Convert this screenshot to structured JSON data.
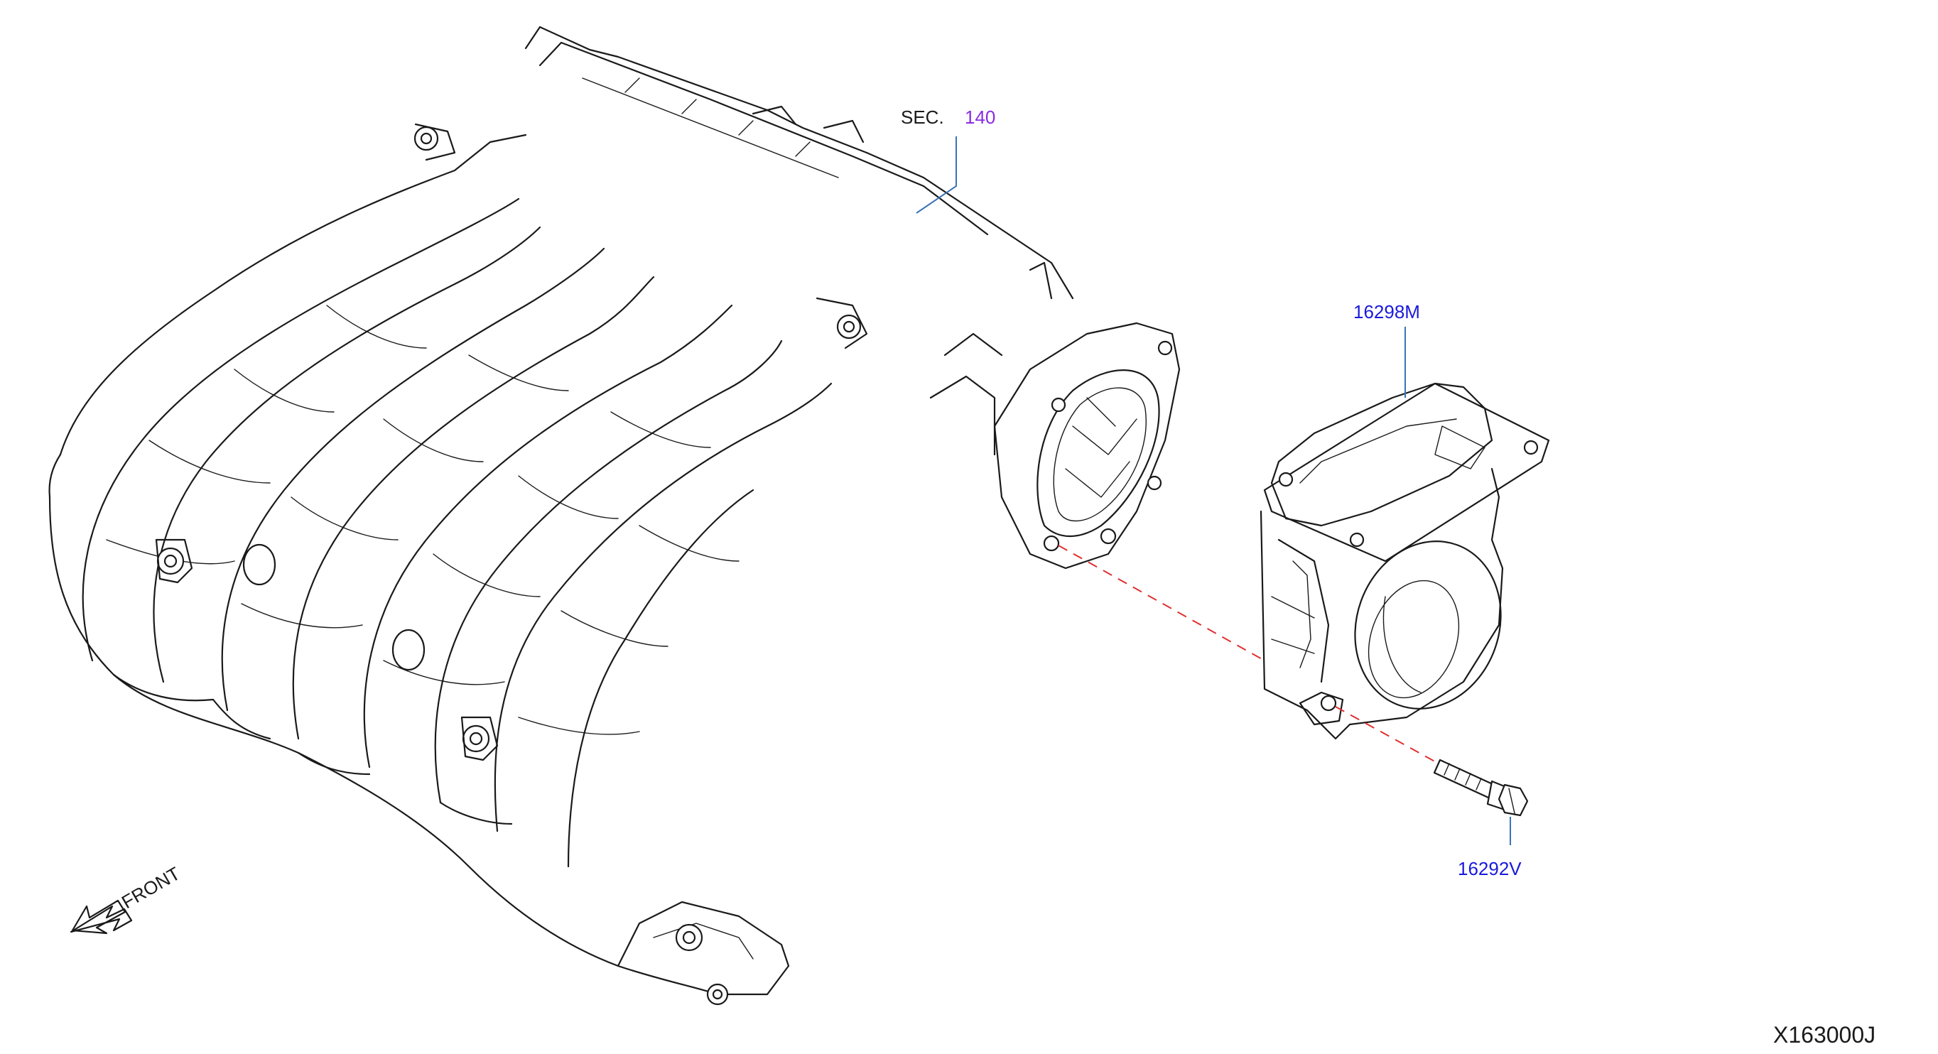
{
  "callouts": {
    "sec_prefix": "SEC.",
    "sec_number": "140",
    "part_throttle_chamber": "16298M",
    "part_bolt": "16292V",
    "front_label": "FRONT",
    "diagram_code": "X163000J"
  },
  "colors": {
    "part_number_text": "#1a1adc",
    "section_number_text": "#8a2be2",
    "leader_line": "#3a73b8",
    "alignment_dash": "#e03030",
    "line_art": "#1a1a1a"
  }
}
